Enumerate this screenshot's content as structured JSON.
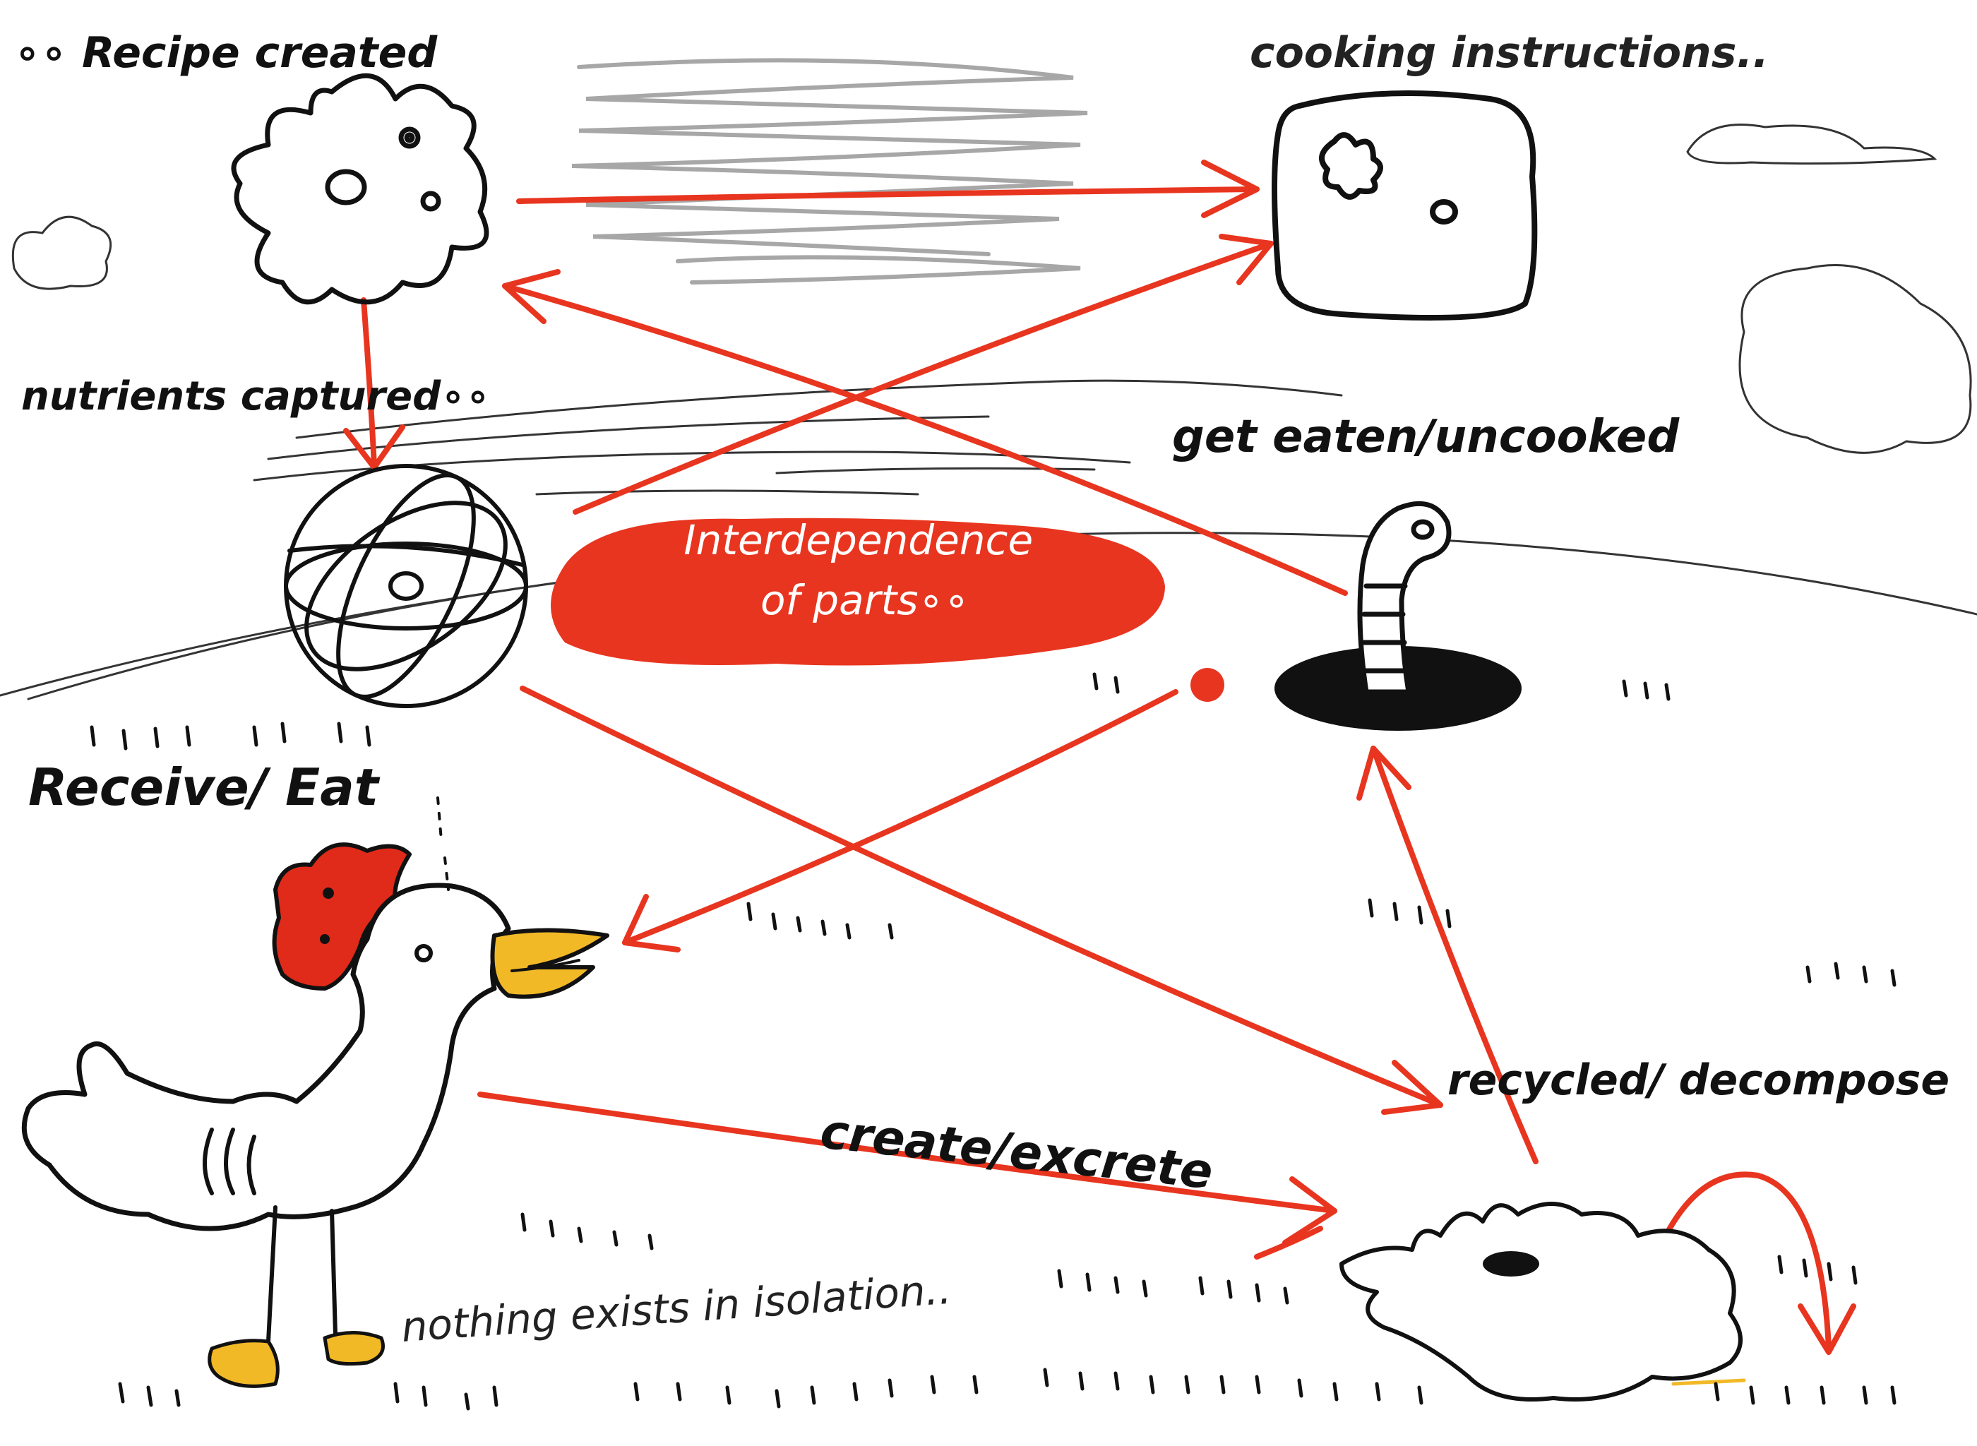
{
  "labels": {
    "recipe": "∘∘ Recipe created",
    "cooking": "cooking instructions..",
    "nutrients": "nutrients captured∘∘",
    "eaten": "get eaten/uncooked",
    "receive": "Receive/ Eat",
    "recycled": "recycled/ decompose",
    "create": "create/excrete",
    "isolation": "nothing exists in isolation..",
    "center": "Interdependence of parts∘∘"
  },
  "icons": {
    "recipe": "amoeba-icon",
    "cooking": "rounded-square-cell-icon",
    "nutrients": "sphere-globe-icon",
    "eaten": "worm-in-hole-icon",
    "eater": "chicken-icon",
    "decompose": "puddle-icon"
  },
  "colors": {
    "arrow": "#e8351f",
    "ink": "#111111",
    "comb": "#e02a1a",
    "beak": "#f2b927",
    "blob": "#e8351f",
    "scribble": "#8a8a8a"
  }
}
